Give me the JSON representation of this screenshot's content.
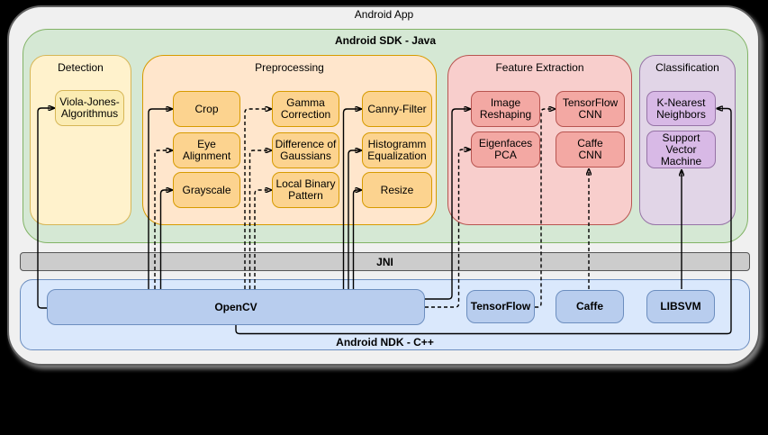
{
  "app_title": "Android App",
  "sdk": {
    "title": "Android SDK - Java",
    "detection": {
      "title": "Detection",
      "viola": "Viola-Jones-\nAlgorithmus"
    },
    "preprocessing": {
      "title": "Preprocessing",
      "crop": "Crop",
      "eye": "Eye\nAlignment",
      "grayscale": "Grayscale",
      "gamma": "Gamma\nCorrection",
      "dog": "Difference of\nGaussians",
      "lbp": "Local Binary\nPattern",
      "canny": "Canny-Filter",
      "histogramm": "Histogramm\nEqualization",
      "resize": "Resize"
    },
    "feature_extraction": {
      "title": "Feature Extraction",
      "image_reshaping": "Image\nReshaping",
      "eigenfaces": "Eigenfaces\nPCA",
      "tensorflow_cnn": "TensorFlow\nCNN",
      "caffe_cnn": "Caffe\nCNN"
    },
    "classification": {
      "title": "Classification",
      "knn": "K-Nearest\nNeighbors",
      "svm": "Support\nVector\nMachine"
    }
  },
  "jni": {
    "label": "JNI"
  },
  "ndk": {
    "title": "Android NDK - C++",
    "opencv": "OpenCV",
    "tensorflow": "TensorFlow",
    "caffe": "Caffe",
    "libsvm": "LIBSVM"
  },
  "colors": {
    "canvas": "#000000",
    "outer_fill": "#f0f0f0",
    "outer_border": "#616161",
    "sdk_fill": "#d5e8d4",
    "sdk_border": "#82b366",
    "yellow_fill": "#fff2cc",
    "yellow_node": "#fbecb3",
    "yellow_border": "#d6b656",
    "orange_fill": "#ffe6cc",
    "orange_node": "#fcd38f",
    "orange_border": "#d79b00",
    "red_fill": "#f8cecc",
    "red_node": "#f3a8a3",
    "red_border": "#b85450",
    "purple_fill": "#e1d5e7",
    "purple_node": "#d8b9e6",
    "purple_border": "#9673a6",
    "blue_fill": "#dae8fc",
    "blue_node": "#b8cdee",
    "blue_border": "#6c8ebf",
    "jni_fill": "#cccccc",
    "jni_border": "#565656",
    "edge_color": "#000000"
  },
  "edges": [
    {
      "from": "OpenCV",
      "to": "Viola-Jones-Algorithmus",
      "style": "solid"
    },
    {
      "from": "OpenCV",
      "to": "Crop",
      "style": "solid"
    },
    {
      "from": "OpenCV",
      "to": "Eye Alignment",
      "style": "dashed"
    },
    {
      "from": "OpenCV",
      "to": "Grayscale",
      "style": "solid"
    },
    {
      "from": "OpenCV",
      "to": "Gamma Correction",
      "style": "dashed"
    },
    {
      "from": "OpenCV",
      "to": "Difference of Gaussians",
      "style": "dashed"
    },
    {
      "from": "OpenCV",
      "to": "Local Binary Pattern",
      "style": "dashed"
    },
    {
      "from": "OpenCV",
      "to": "Canny-Filter",
      "style": "solid"
    },
    {
      "from": "OpenCV",
      "to": "Histogramm Equalization",
      "style": "solid"
    },
    {
      "from": "OpenCV",
      "to": "Resize",
      "style": "solid"
    },
    {
      "from": "OpenCV",
      "to": "Image Reshaping",
      "style": "solid"
    },
    {
      "from": "OpenCV",
      "to": "Eigenfaces PCA",
      "style": "dashed"
    },
    {
      "from": "OpenCV",
      "to": "K-Nearest Neighbors",
      "style": "solid"
    },
    {
      "from": "TensorFlow",
      "to": "TensorFlow CNN",
      "style": "dashed"
    },
    {
      "from": "Caffe",
      "to": "Caffe CNN",
      "style": "dashed"
    },
    {
      "from": "LIBSVM",
      "to": "Support Vector Machine",
      "style": "solid"
    }
  ]
}
